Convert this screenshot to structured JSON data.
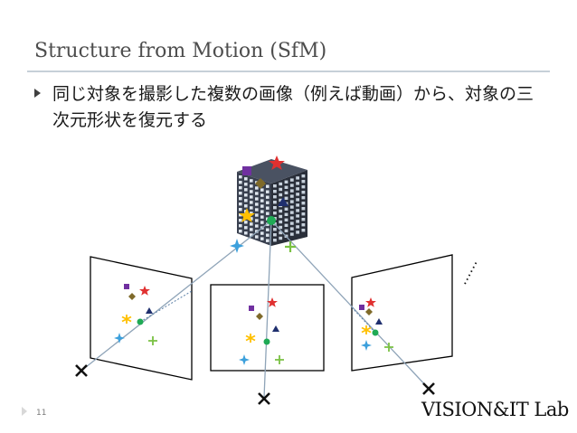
{
  "slide": {
    "title": "Structure from Motion (SfM)",
    "bullet": "同じ対象を撮影した複数の画像（例えば動画）から、対象の三次元形状を復元する",
    "page_number": "11",
    "logo": "VISION&IT Lab"
  },
  "diagram": {
    "ellipsis": "……",
    "colors": {
      "square": "#7030a0",
      "star": "#e03030",
      "diamond": "#7f6a2a",
      "triangle": "#1f2f6e",
      "asterisk": "#ffc000",
      "circle": "#1faa55",
      "cross4": "#3ca0dc",
      "plus": "#7ac143",
      "ray": "#8fa4b8",
      "camera": "#111111",
      "frame": "#000000",
      "building": "#2a2f3a",
      "window": "#dfe6ee"
    }
  }
}
